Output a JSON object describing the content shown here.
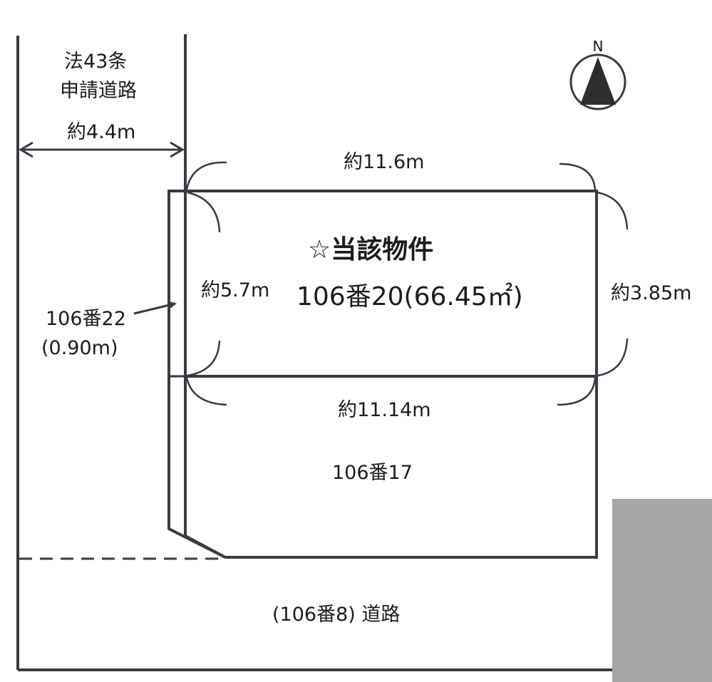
{
  "road_side": {
    "line1": "法43条",
    "line2": "申請道路",
    "width": "約4.4m"
  },
  "compass": {
    "north_label": "N"
  },
  "subject": {
    "title": "☆当該物件",
    "lot": "106番20(66.45㎡)",
    "top_width": "約11.6m",
    "left_depth": "約5.7m",
    "right_depth": "約3.85m"
  },
  "lot_106_22": {
    "label": "106番22",
    "width": "(0.90m)"
  },
  "lot_106_17": {
    "label": "106番17",
    "top_width": "約11.14m"
  },
  "front_road": {
    "label": "(106番8) 道路"
  },
  "colors": {
    "line": "#3a3a44",
    "mask": "#a5a5a5",
    "north_arrow": "#2e2e2e"
  }
}
